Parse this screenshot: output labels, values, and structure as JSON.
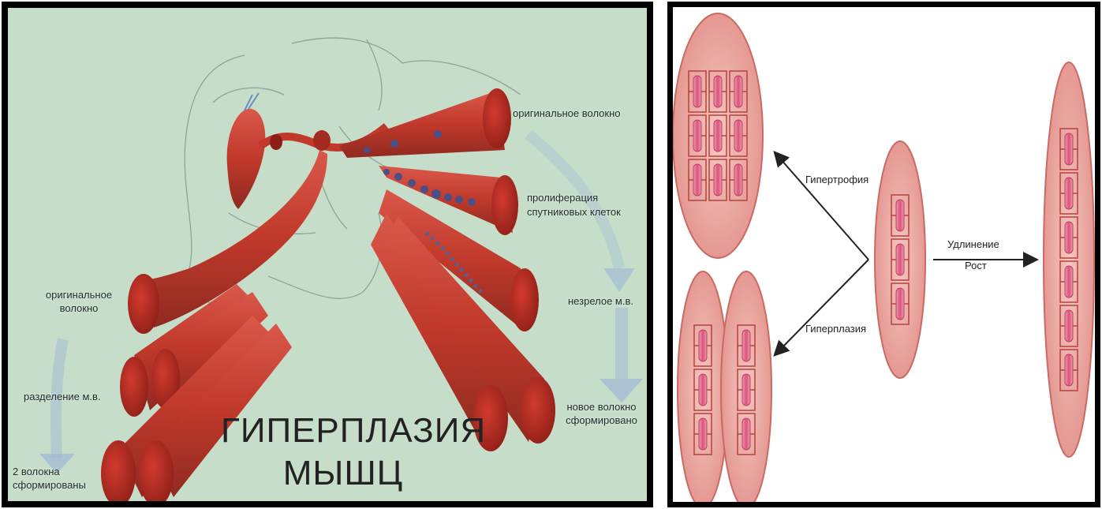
{
  "left_panel": {
    "labels": {
      "original_fiber_top": "оригинальное волокно",
      "proliferation_line1": "пролиферация",
      "proliferation_line2": "спутниковых клеток",
      "immature_fiber": "незрелое м.в.",
      "new_fiber_line1": "новое волокно",
      "new_fiber_line2": "сформировано",
      "original_fiber_left_line1": "оригинальное",
      "original_fiber_left_line2": "волокно",
      "fiber_split": "разделение м.в.",
      "two_fibers_line1": "2 волокна",
      "two_fibers_line2": "сформированы"
    },
    "title": {
      "line1": "ГИПЕРПЛАЗИЯ",
      "line2": "МЫШЦ"
    },
    "colors": {
      "background": "#c6ddc9",
      "muscle": "#c0392b",
      "muscle_end": "#a32c20",
      "satellite_cells": "#4a4f86",
      "arrow": "#9fb7d6"
    }
  },
  "right_panel": {
    "labels": {
      "hypertrophy": "Гипертрофия",
      "hyperplasia": "Гиперплазия",
      "elongation": "Удлинение",
      "growth": "Рост"
    },
    "colors": {
      "cell_fill": "#eaa7a1",
      "cell_stroke": "#c96a64",
      "sarcomere_stroke": "#b4433e",
      "nucleus": "#d8557a",
      "arrow": "#222222"
    }
  }
}
